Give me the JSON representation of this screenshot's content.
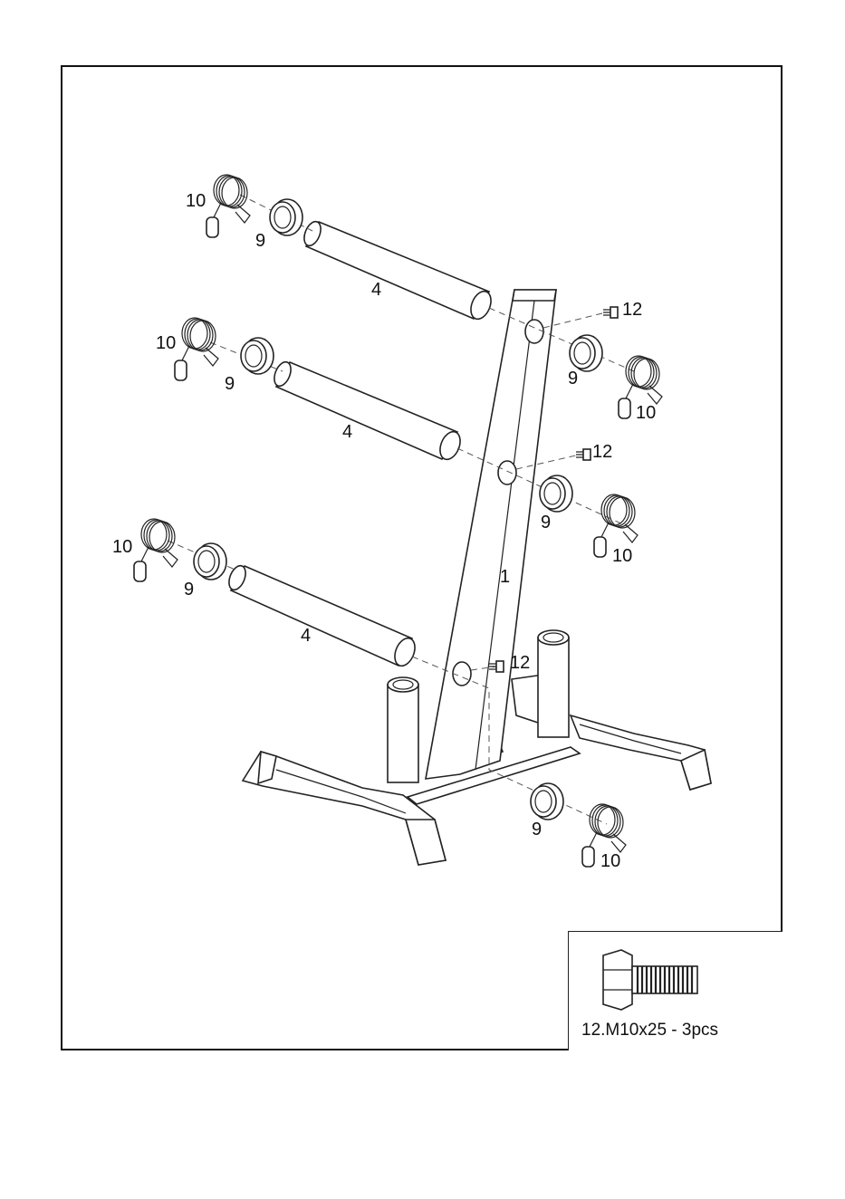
{
  "parts": {
    "frame": "1",
    "bar": "4",
    "collar": "9",
    "clip": "10",
    "bolt": "12"
  },
  "hardware": {
    "label": "12.M10x25 - 3pcs",
    "icon": "hex-bolt-icon"
  },
  "colors": {
    "line": "#222222",
    "background": "#ffffff"
  }
}
